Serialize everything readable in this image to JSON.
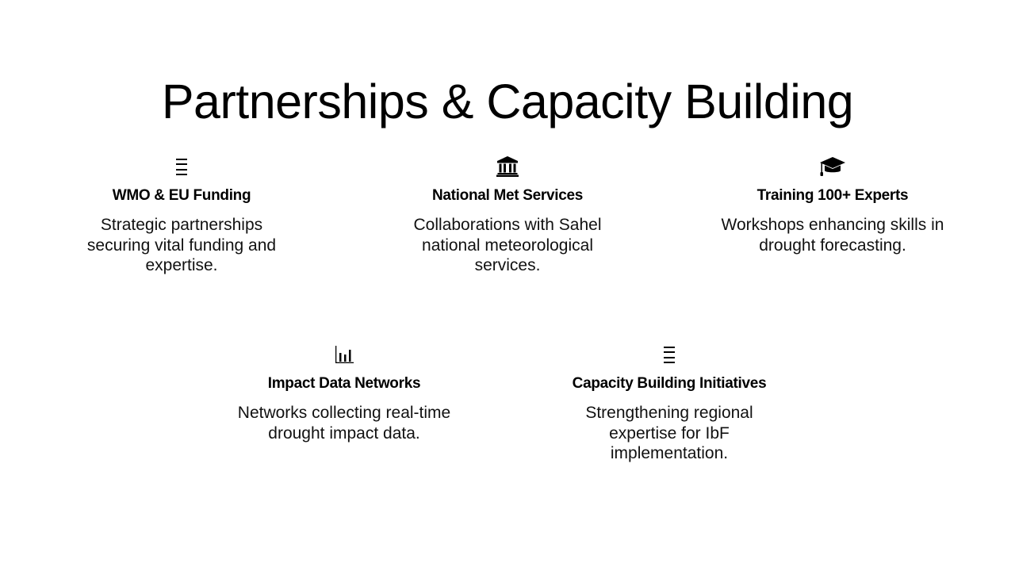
{
  "slide": {
    "title": "Partnerships & Capacity Building",
    "cards": [
      {
        "icon": "list-icon",
        "title": "WMO & EU Funding",
        "description": "Strategic partnerships securing vital funding and expertise."
      },
      {
        "icon": "institution-building-icon",
        "title": "National Met Services",
        "description": "Collaborations with Sahel national meteorological services."
      },
      {
        "icon": "graduation-cap-icon",
        "title": "Training 100+ Experts",
        "description": "Workshops enhancing skills in drought forecasting."
      },
      {
        "icon": "bar-chart-icon",
        "title": "Impact Data Networks",
        "description": "Networks collecting real-time drought impact data."
      },
      {
        "icon": "list-icon",
        "title": "Capacity Building Initiatives",
        "description": "Strengthening regional expertise for IbF implementation."
      }
    ]
  },
  "colors": {
    "background": "#ffffff",
    "text": "#000000"
  }
}
